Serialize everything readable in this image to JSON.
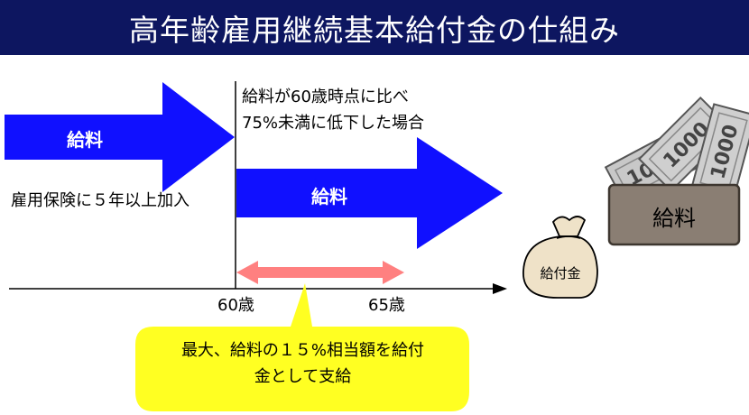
{
  "title": "高年齢雇用継続基本給付金の仕組み",
  "left_arrow_label": "給料",
  "right_arrow_label": "給料",
  "insurance_note": "雇用保険に５年以上加入",
  "condition_line1": "給料が60歳時点に比べ",
  "condition_line2": "75%未満に低下した場合",
  "axis": {
    "start_label": "60歳",
    "end_label": "65歳"
  },
  "callout_line1": "最大、給料の１５%相当額を給付",
  "callout_line2": "金として支給",
  "bag_label": "給付金",
  "wallet_label": "給料",
  "banknote_text": "1000",
  "colors": {
    "title_bg": "#0d1660",
    "arrow_blue": "#1010ff",
    "range_arrow": "#ff8080",
    "callout": "#ffff22",
    "wallet": "#8a7e73",
    "bag": "#efe2c8"
  }
}
